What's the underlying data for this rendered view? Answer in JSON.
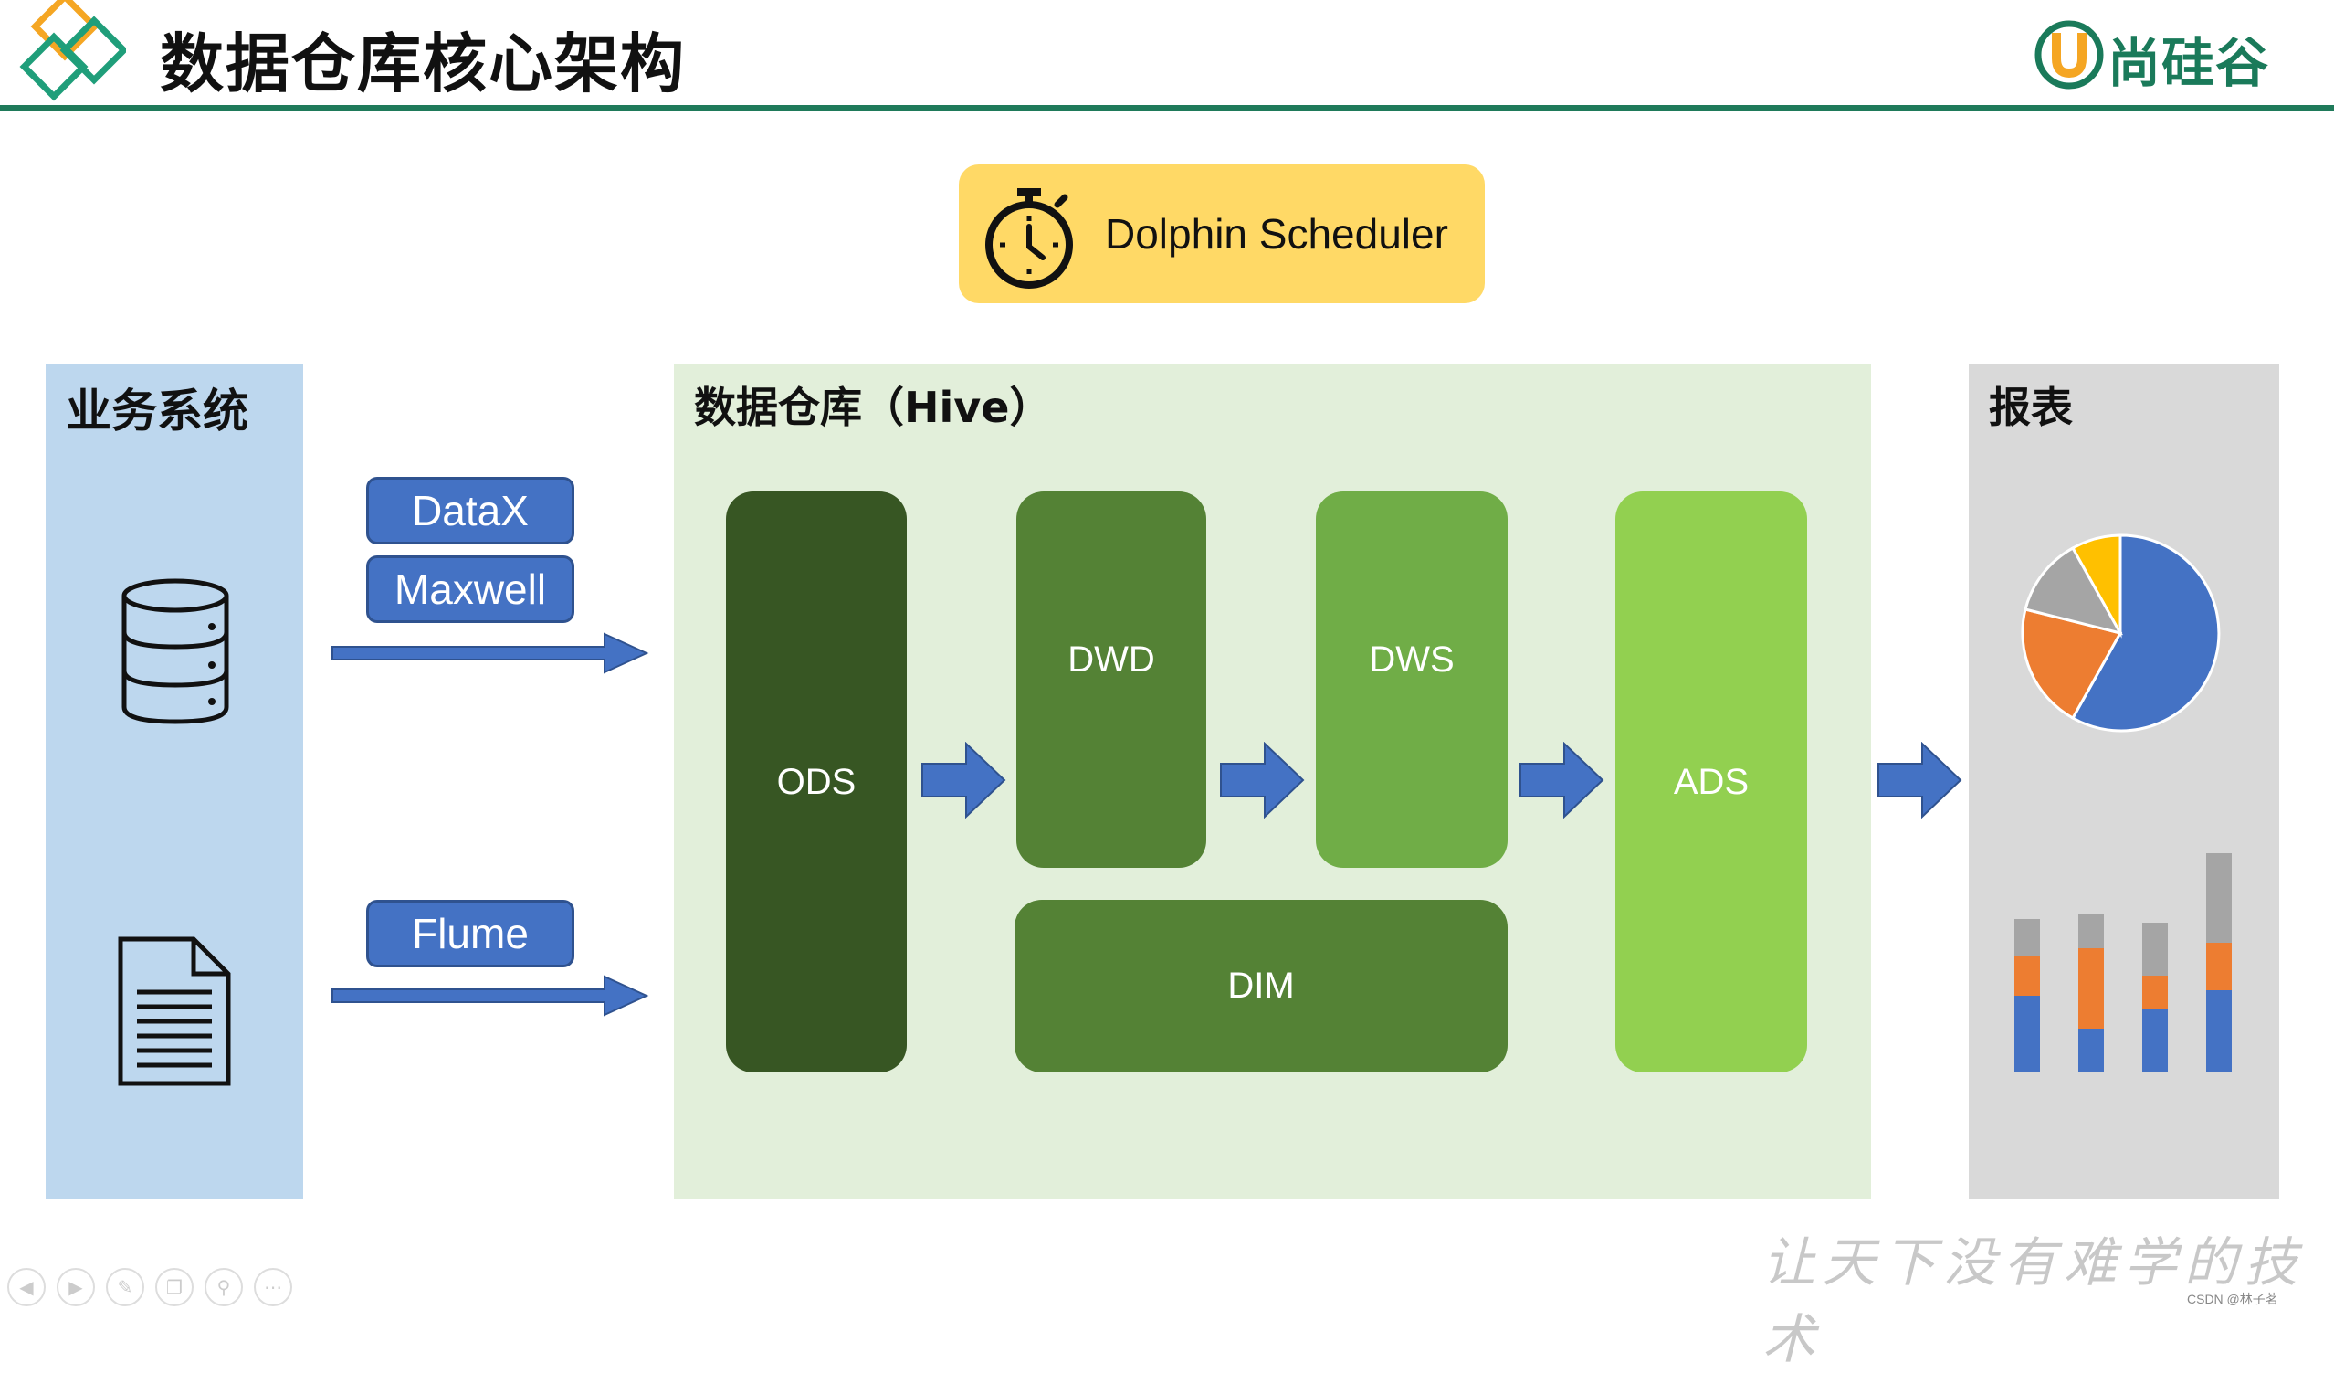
{
  "header": {
    "title": "数据仓库核心架构",
    "brand": "尚硅谷",
    "colors": {
      "accent": "#1f7a5a",
      "logo_orange": "#f5a623"
    }
  },
  "scheduler": {
    "label": "Dolphin Scheduler",
    "icon": "stopwatch-icon"
  },
  "source_panel": {
    "title": "业务系统",
    "icons": [
      "database-icon",
      "document-icon"
    ]
  },
  "tools": {
    "datax": "DataX",
    "maxwell": "Maxwell",
    "flume": "Flume"
  },
  "warehouse": {
    "title": "数据仓库（Hive）",
    "layers": {
      "ods": "ODS",
      "dwd": "DWD",
      "dws": "DWS",
      "ads": "ADS",
      "dim": "DIM"
    },
    "colors": {
      "ods": "#375623",
      "dwd": "#548235",
      "dws": "#70ad47",
      "ads": "#92d050",
      "dim": "#548235"
    }
  },
  "report_panel": {
    "title": "报表",
    "charts": [
      "pie-chart-icon",
      "stacked-bar-chart-icon"
    ]
  },
  "footer": {
    "watermark": "让天下没有难学的技术",
    "credit": "CSDN @林子茗",
    "nav_icons": [
      "prev-icon",
      "next-icon",
      "pen-icon",
      "slides-icon",
      "zoom-icon",
      "more-icon"
    ]
  }
}
